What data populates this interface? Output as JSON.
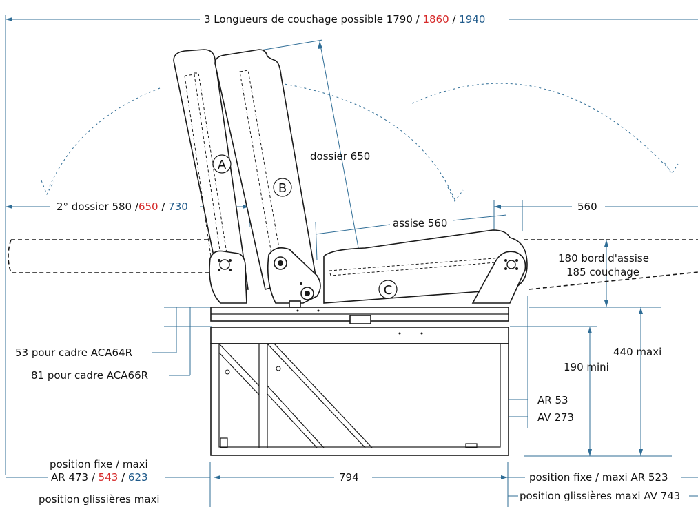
{
  "labels": {
    "title_prefix": "3 Longueurs de couchage possible 1790 / ",
    "title_red": "1860",
    "title_sep": " / ",
    "title_blue": "1940",
    "dossier2_prefix": "2° dossier 580 /",
    "dossier2_red": "650",
    "dossier2_sep": " / ",
    "dossier2_blue": "730",
    "dossier": "dossier 650",
    "assise": "assise 560",
    "top_right": "560",
    "bord_assise": "180 bord d'assise",
    "couchage": "185 couchage",
    "cadre64": "53 pour cadre ACA64R",
    "cadre66": "81 pour cadre ACA66R",
    "maxi440": "440 maxi",
    "mini190": "190 mini",
    "ar53": "AR 53",
    "av273": "AV 273",
    "pos_fixe_left": "position fixe / maxi",
    "ar_prefix": "AR 473 / ",
    "ar_red": "543",
    "ar_sep": " / ",
    "ar_blue": "623",
    "glissieres_left": "position glissières maxi",
    "width794": "794",
    "pos_fixe_right": "position fixe / maxi AR 523",
    "glissieres_right": "position glissières maxi AV 743",
    "letter_a": "A",
    "letter_b": "B",
    "letter_c": "C"
  },
  "colors": {
    "accent_red": "#d62a2a",
    "accent_blue": "#1f5a8a",
    "dimension_line": "#2f6d96",
    "outline": "#1a1a1a"
  }
}
